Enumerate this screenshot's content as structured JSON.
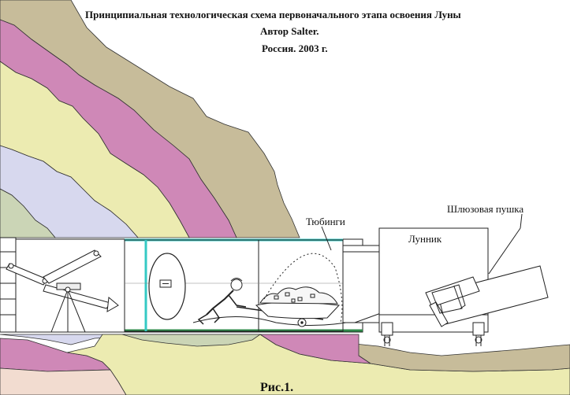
{
  "title": {
    "line1": "Принципиальная технологическая схема первоначального этапа освоения Луны",
    "line2": "Автор Salter.",
    "line3": "Россия.   2003 г."
  },
  "labels": {
    "tubings": "Тюбинги",
    "lunnik": "Лунник",
    "airlock_gun": "Шлюзовая пушка"
  },
  "caption": "Рис.1.",
  "colors": {
    "tan": "#c7bc9a",
    "pink": "#cf88b7",
    "yellow": "#ecebb1",
    "lavender": "#d7d8ee",
    "sage": "#cbd5b6",
    "peach": "#f2dcd0",
    "cyan": "#34c9c4",
    "green": "#2f8a4a",
    "line": "#222222"
  }
}
